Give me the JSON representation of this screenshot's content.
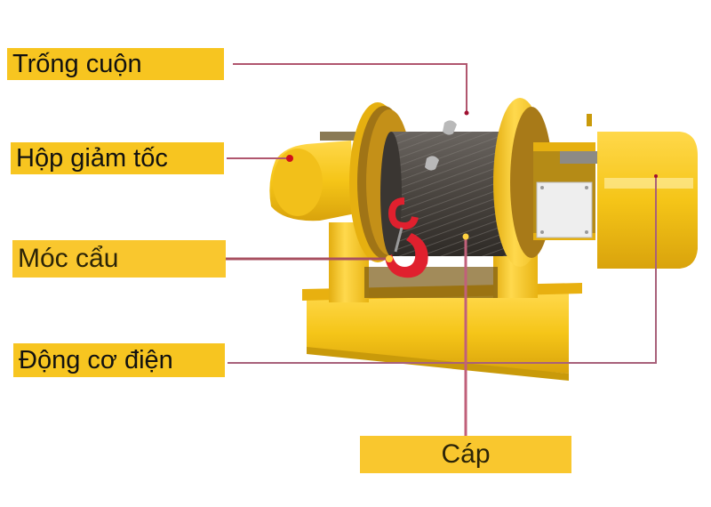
{
  "diagram": {
    "subject": "electric winch",
    "labels": [
      {
        "id": "drum",
        "text": "Trống cuộn"
      },
      {
        "id": "gearbox",
        "text": "Hộp giảm tốc"
      },
      {
        "id": "hook",
        "text": "Móc cẩu"
      },
      {
        "id": "motor",
        "text": "Động cơ điện"
      },
      {
        "id": "cable",
        "text": "Cáp"
      }
    ],
    "colors": {
      "label_background": "#f7c520",
      "label_text": "#111111",
      "leader_line": "#b0566e",
      "machine_body": "#f5c518",
      "cable": "#4a4540",
      "hook": "#e0202e",
      "motor_plate": "#eeeeee"
    }
  }
}
